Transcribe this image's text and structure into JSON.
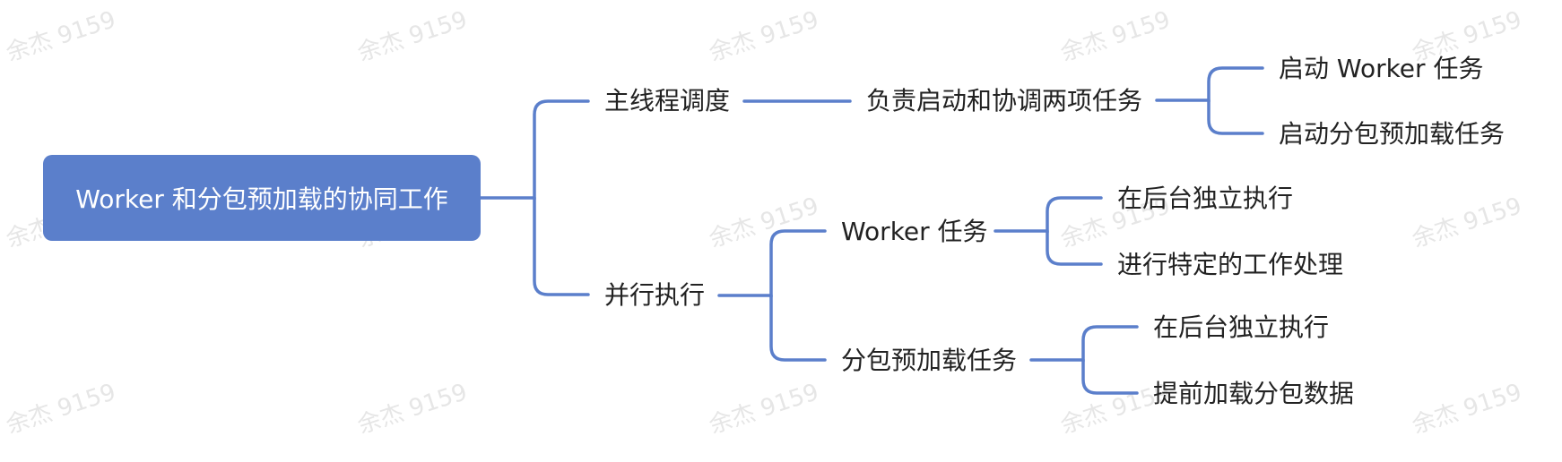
{
  "watermark": {
    "text": "余杰 9159"
  },
  "mindmap": {
    "root": "Worker 和分包预加载的协同工作",
    "branches": [
      {
        "label": "主线程调度",
        "children": [
          {
            "label": "负责启动和协调两项任务",
            "children": [
              {
                "label": "启动 Worker 任务"
              },
              {
                "label": "启动分包预加载任务"
              }
            ]
          }
        ]
      },
      {
        "label": "并行执行",
        "children": [
          {
            "label": "Worker 任务",
            "children": [
              {
                "label": "在后台独立执行"
              },
              {
                "label": "进行特定的工作处理"
              }
            ]
          },
          {
            "label": "分包预加载任务",
            "children": [
              {
                "label": "在后台独立执行"
              },
              {
                "label": "提前加载分包数据"
              }
            ]
          }
        ]
      }
    ]
  },
  "colors": {
    "connector": "#5b7fcb",
    "root_fill": "#5b7fcb",
    "root_text": "#ffffff",
    "node_text": "#222222",
    "watermark": "#e6e6e6"
  }
}
